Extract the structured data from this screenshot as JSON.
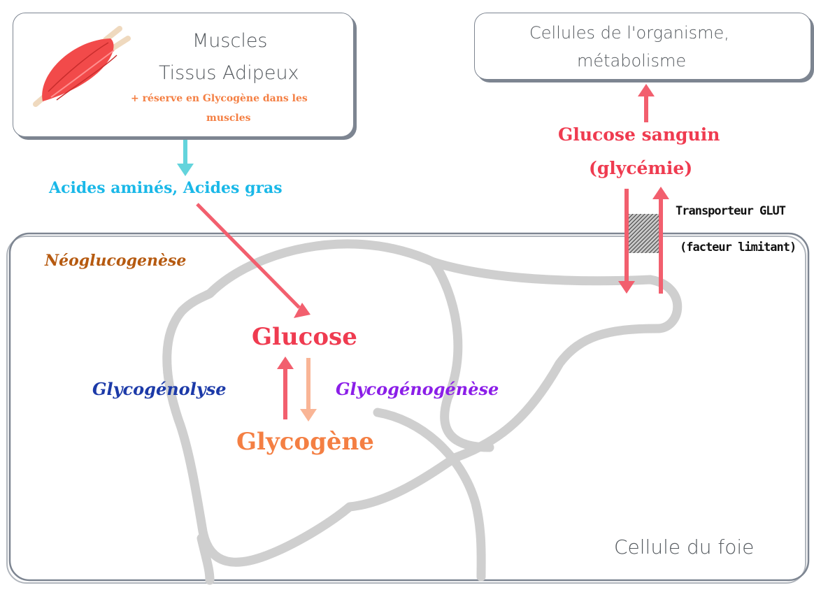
{
  "source_box": {
    "line1": "Muscles",
    "line2": "Tissus Adipeux",
    "note_line1": "+ réserve en Glycogène dans les",
    "note_line2": "muscles"
  },
  "target_box": {
    "line1": "Cellules de l'organisme,",
    "line2": "métabolisme"
  },
  "labels": {
    "amino_fatty": "Acides aminés, Acides gras",
    "glucose_sanguin_1": "Glucose sanguin",
    "glucose_sanguin_2": "(glycémie)",
    "transporter_1": "Transporteur GLUT",
    "transporter_2": "(facteur limitant)",
    "neoglucogenese": "Néoglucogenèse",
    "glucose": "Glucose",
    "glycogene": "Glycogène",
    "glycogenolyse": "Glycogénolyse",
    "glycogenogenese": "Glycogénogénèse",
    "liver_cell": "Cellule du foie"
  },
  "colors": {
    "red_arrow": "#f25f6e",
    "cyan_arrow": "#63d4dc",
    "peach_arrow": "#f9b596",
    "glucose": "#ef3b50",
    "glycogene": "#f47f43",
    "amino": "#1ab8e8",
    "neo": "#b65a10",
    "glycogenolyse": "#1c3aa8",
    "glycogenogenese": "#8b1ee8",
    "liver_outline": "#cfcfcf",
    "box_border": "#7d8591"
  }
}
